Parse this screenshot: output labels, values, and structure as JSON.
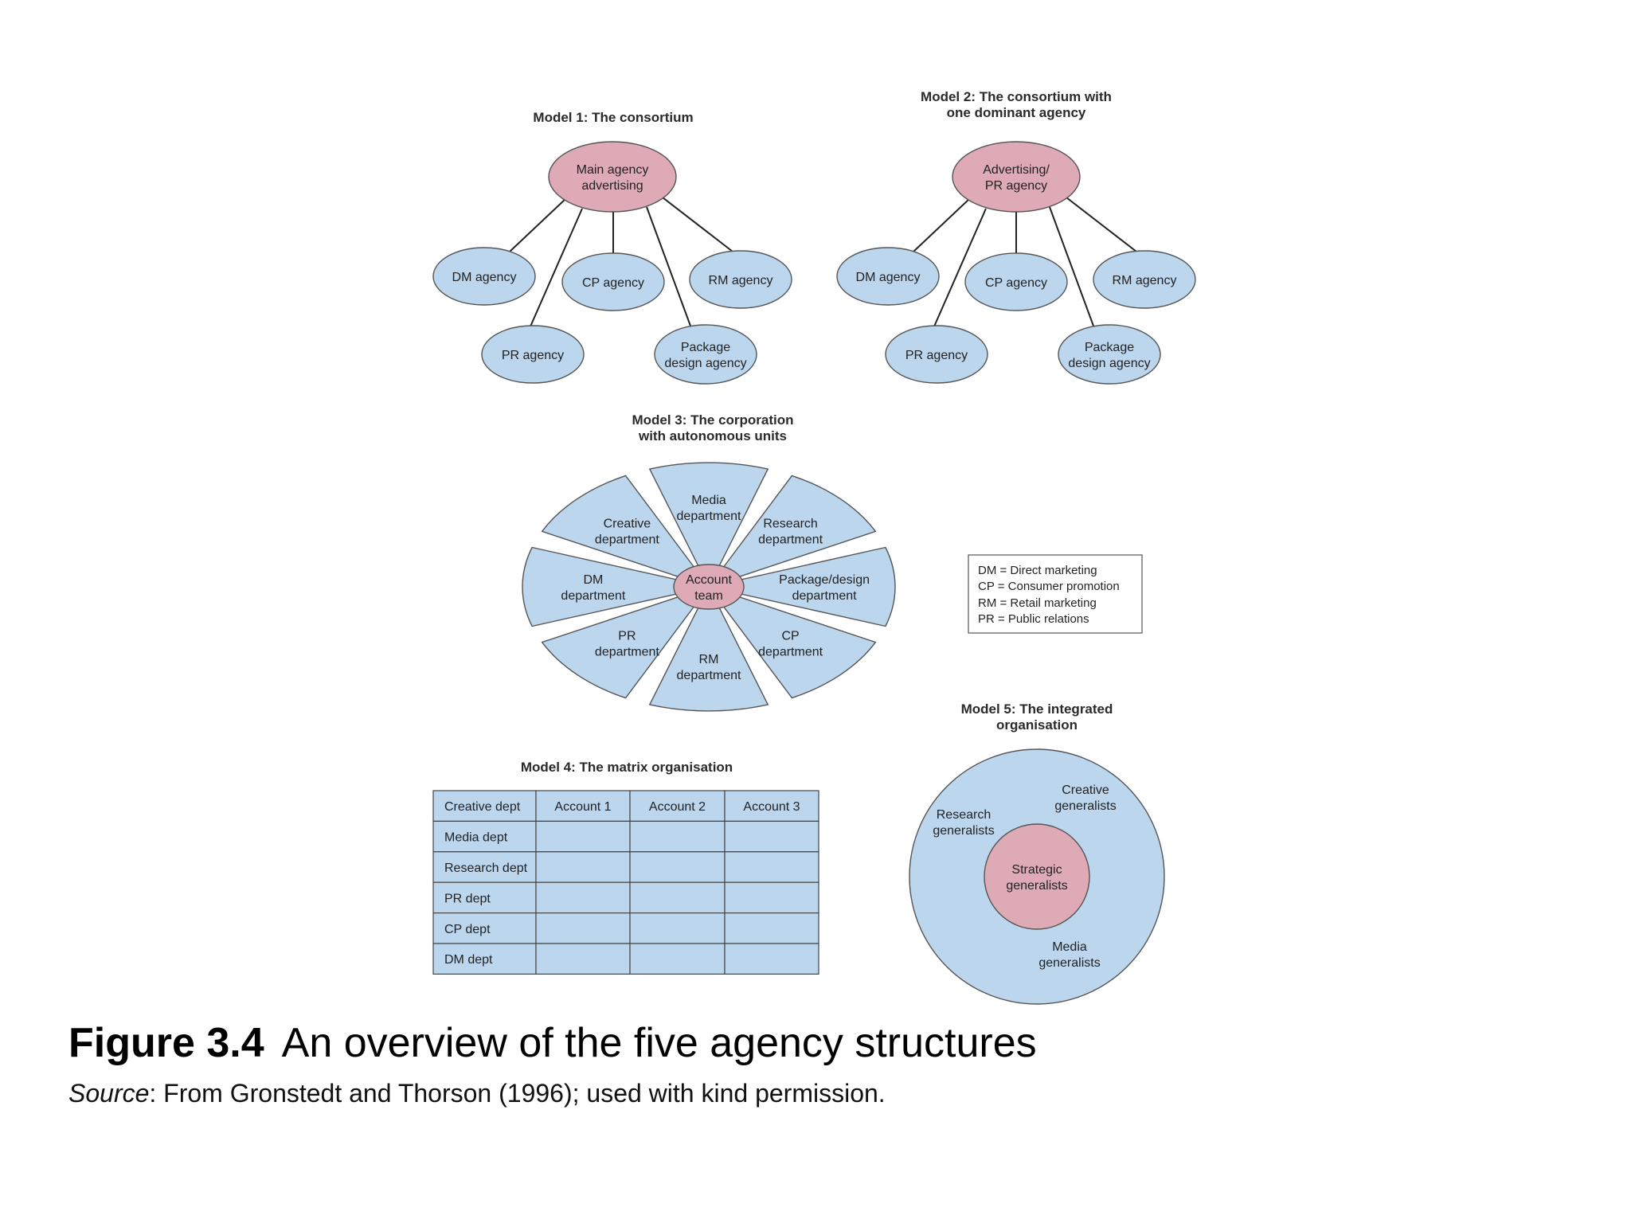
{
  "model1": {
    "title": "Model 1: The consortium",
    "center": [
      "Main agency",
      "advertising"
    ],
    "agencies": {
      "dm": [
        "DM agency"
      ],
      "cp": [
        "CP agency"
      ],
      "rm": [
        "RM agency"
      ],
      "pr": [
        "PR agency"
      ],
      "pkg": [
        "Package",
        "design agency"
      ]
    }
  },
  "model2": {
    "title": [
      "Model 2: The consortium with",
      "one dominant agency"
    ],
    "center": [
      "Advertising/",
      "PR agency"
    ],
    "agencies": {
      "dm": [
        "DM agency"
      ],
      "cp": [
        "CP agency"
      ],
      "rm": [
        "RM agency"
      ],
      "pr": [
        "PR agency"
      ],
      "pkg": [
        "Package",
        "design agency"
      ]
    }
  },
  "model3": {
    "title": [
      "Model 3: The corporation",
      "with autonomous units"
    ],
    "center": [
      "Account",
      "team"
    ],
    "departments": [
      [
        "Media",
        "department"
      ],
      [
        "Research",
        "department"
      ],
      [
        "Package/design",
        "department"
      ],
      [
        "CP",
        "department"
      ],
      [
        "RM",
        "department"
      ],
      [
        "PR",
        "department"
      ],
      [
        "DM",
        "department"
      ],
      [
        "Creative",
        "department"
      ]
    ]
  },
  "legend": [
    "DM = Direct marketing",
    "CP  = Consumer promotion",
    "RM = Retail marketing",
    "PR  = Public relations"
  ],
  "model4": {
    "title": "Model 4: The matrix organisation",
    "header": [
      "Creative dept",
      "Account 1",
      "Account 2",
      "Account 3"
    ],
    "rows": [
      "Media dept",
      "Research dept",
      "PR dept",
      "CP dept",
      "DM dept"
    ]
  },
  "model5": {
    "title": [
      "Model 5: The integrated",
      "organisation"
    ],
    "center": [
      "Strategic",
      "generalists"
    ],
    "outer": {
      "creative": [
        "Creative",
        "generalists"
      ],
      "research": [
        "Research",
        "generalists"
      ],
      "media": [
        "Media",
        "generalists"
      ]
    }
  },
  "caption": {
    "figure_label": "Figure 3.4",
    "title": "An overview of the five agency structures",
    "source_label": "Source",
    "source_text": ": From Gronstedt and Thorson (1996); used with kind permission."
  },
  "colors": {
    "blue": "#bcd6ee",
    "pink": "#ddaab6"
  }
}
